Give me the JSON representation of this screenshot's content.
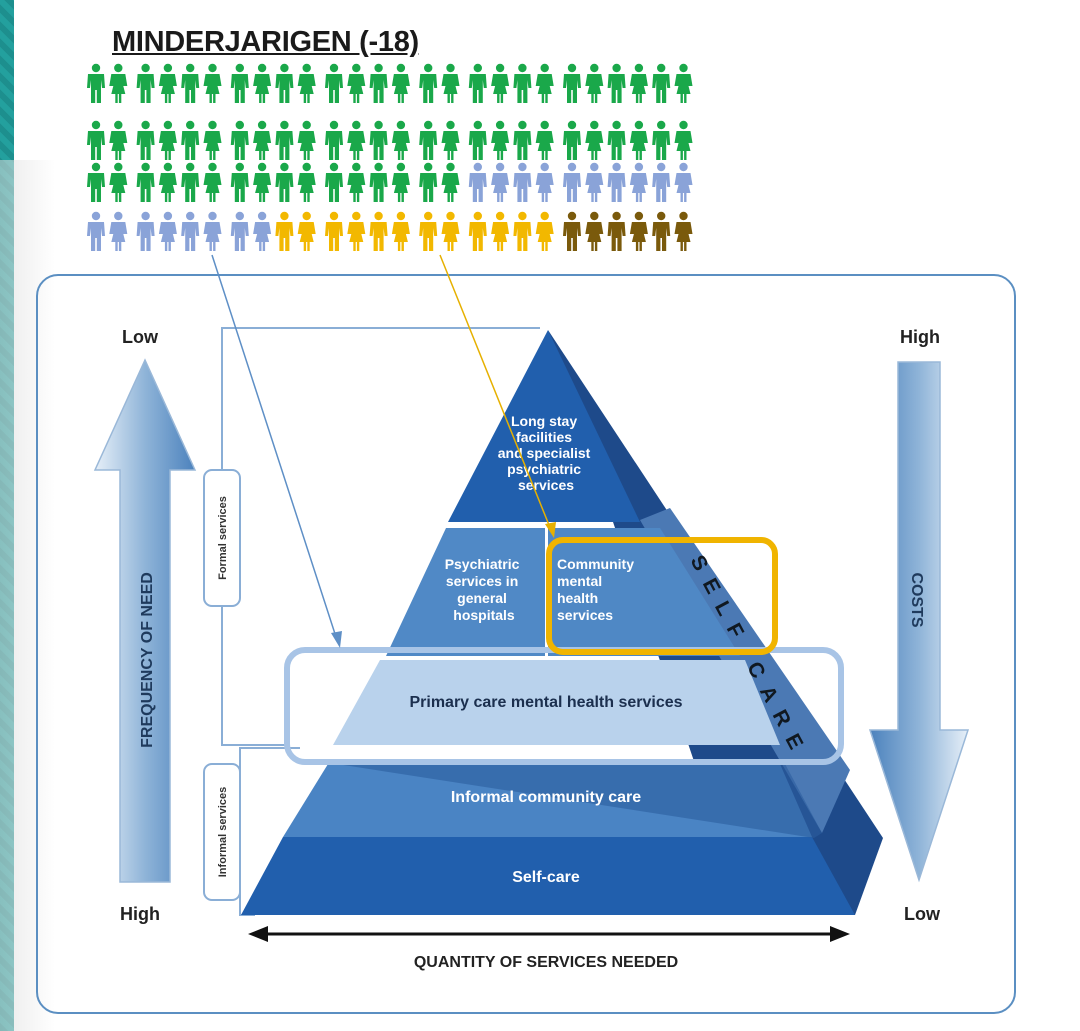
{
  "title": "MINDERJARIGEN (-18)",
  "people_chart": {
    "colors": {
      "green": "#1aa84a",
      "lightblue": "#8aa3d8",
      "yellow": "#f2b800",
      "brown": "#7a5a0c"
    },
    "rows": [
      {
        "green": 26,
        "lightblue": 0,
        "yellow": 0,
        "brown": 0
      },
      {
        "green": 26,
        "lightblue": 0,
        "yellow": 0,
        "brown": 0
      },
      {
        "green": 16,
        "lightblue": 10,
        "yellow": 0,
        "brown": 0
      },
      {
        "green": 0,
        "lightblue": 8,
        "yellow": 12,
        "brown": 6
      }
    ]
  },
  "pyramid": {
    "top": "Long stay facilities and specialist psychiatric services",
    "top_lines": [
      "Long stay",
      "facilities",
      "and specialist",
      "psychiatric",
      "services"
    ],
    "psychiatric_lines": [
      "Psychiatric",
      "services in",
      "general",
      "hospitals"
    ],
    "community_lines": [
      "Community",
      "mental",
      "health",
      "services"
    ],
    "primary": "Primary care mental health services",
    "informal": "Informal community care",
    "selfcare": "Self-care",
    "side_label": "SELF-CARE"
  },
  "left_axis": {
    "top": "Low",
    "label": "FREQUENCY OF NEED",
    "bottom": "High"
  },
  "right_axis": {
    "top": "High",
    "label": "COSTS",
    "bottom": "Low"
  },
  "brackets": {
    "formal": "Formal services",
    "informal": "Informal services"
  },
  "bottom_label": "QUANTITY OF SERVICES NEEDED"
}
